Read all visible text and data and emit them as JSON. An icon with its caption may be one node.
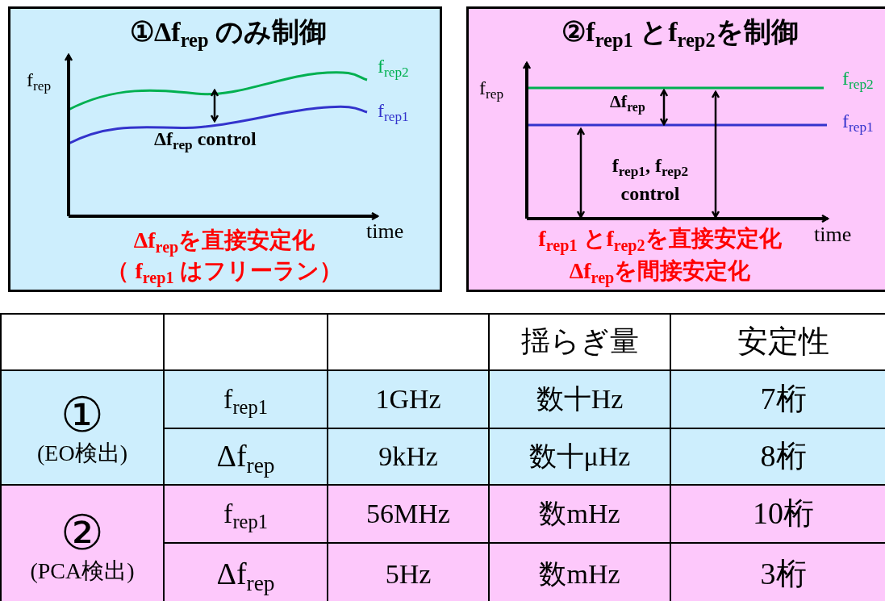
{
  "diagram": {
    "nodes": [
      {
        "text": [
          "①Δf$_{rep}$ のみ制御",
          "Δf$_{rep}$を直接安定化",
          "（ f$_{rep1}$ はフリーラン）"
        ]
      },
      {
        "text": [
          "②f$_{rep1}$ とf$_{rep2}$を制御",
          "f$_{rep1}$ とf$_{rep2}$を直接安定化",
          "Δf$_{rep}$を間接安定化"
        ]
      }
    ],
    "labels": [
      "f$_{rep}$",
      "f$_{rep2}$",
      "f$_{rep1}$",
      "Δf$_{rep}$ control",
      "time",
      "f$_{rep}$",
      "f$_{rep2}$",
      "f$_{rep1}$",
      "Δf$_{rep}$",
      "f$_{rep1}$, f$_{rep2}$",
      "control",
      "time",
      "揺らぎ量",
      "安定性",
      "①",
      "f$_{rep1}$",
      "1GHz",
      "数十Hz",
      "7桁",
      "(EO検出)",
      "Δf$_{rep}$",
      "9kHz",
      "数十μHz",
      "8桁",
      "②",
      "f$_{rep1}$",
      "56MHz",
      "数mHz",
      "10桁",
      "(PCA検出)",
      "Δf$_{rep}$",
      "5Hz",
      "数mHz",
      "3桁"
    ]
  }
}
